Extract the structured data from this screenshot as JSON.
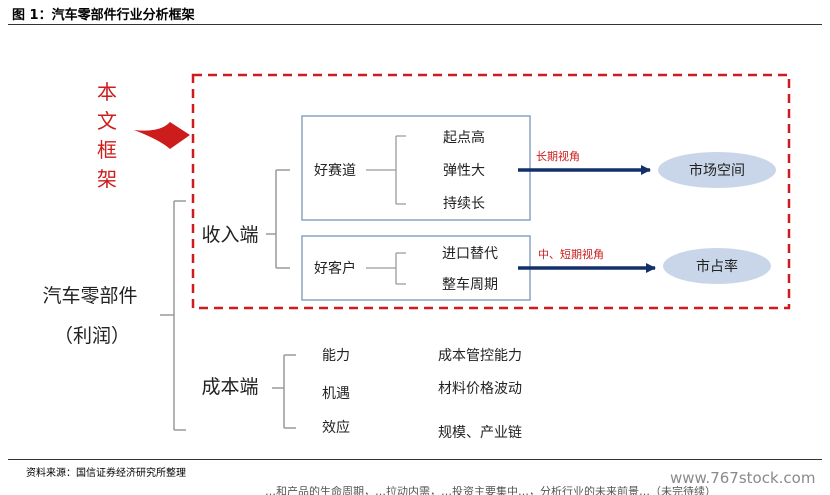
{
  "header": {
    "title": "图 1：汽车零部件行业分析框架"
  },
  "side_label": {
    "chars": [
      "本",
      "文",
      "框",
      "架"
    ]
  },
  "root": {
    "line1": "汽车零部件",
    "line2": "（利润）"
  },
  "revenue": {
    "label": "收入端",
    "good_track": {
      "label": "好赛道",
      "items": [
        "起点高",
        "弹性大",
        "持续长"
      ]
    },
    "good_customer": {
      "label": "好客户",
      "items": [
        "进口替代",
        "整车周期"
      ]
    },
    "arrow_long": {
      "label": "长期视角"
    },
    "arrow_short": {
      "label": "中、短期视角"
    },
    "market_space": "市场空间",
    "market_share": "市占率"
  },
  "cost": {
    "label": "成本端",
    "rows": [
      {
        "left": "能力",
        "right": "成本管控能力"
      },
      {
        "left": "机遇",
        "right": "材料价格波动"
      },
      {
        "left": "效应",
        "right": "规模、产业链"
      }
    ]
  },
  "footer": {
    "source": "资料来源：国信证券经济研究所整理",
    "watermark": "www.767stock.com",
    "cut_text": "…和产品的生命周期，…拉动内需，…投资主要集中…，分析行业的未来前景…（未完待续）"
  },
  "colors": {
    "accent_red": "#cc1c1c",
    "arrow_navy": "#14306b",
    "ellipse_fill": "#c9d6ea",
    "box_border": "#8aa3c4",
    "bracket_gray": "#9a9a9a",
    "text_dark": "#222222"
  }
}
